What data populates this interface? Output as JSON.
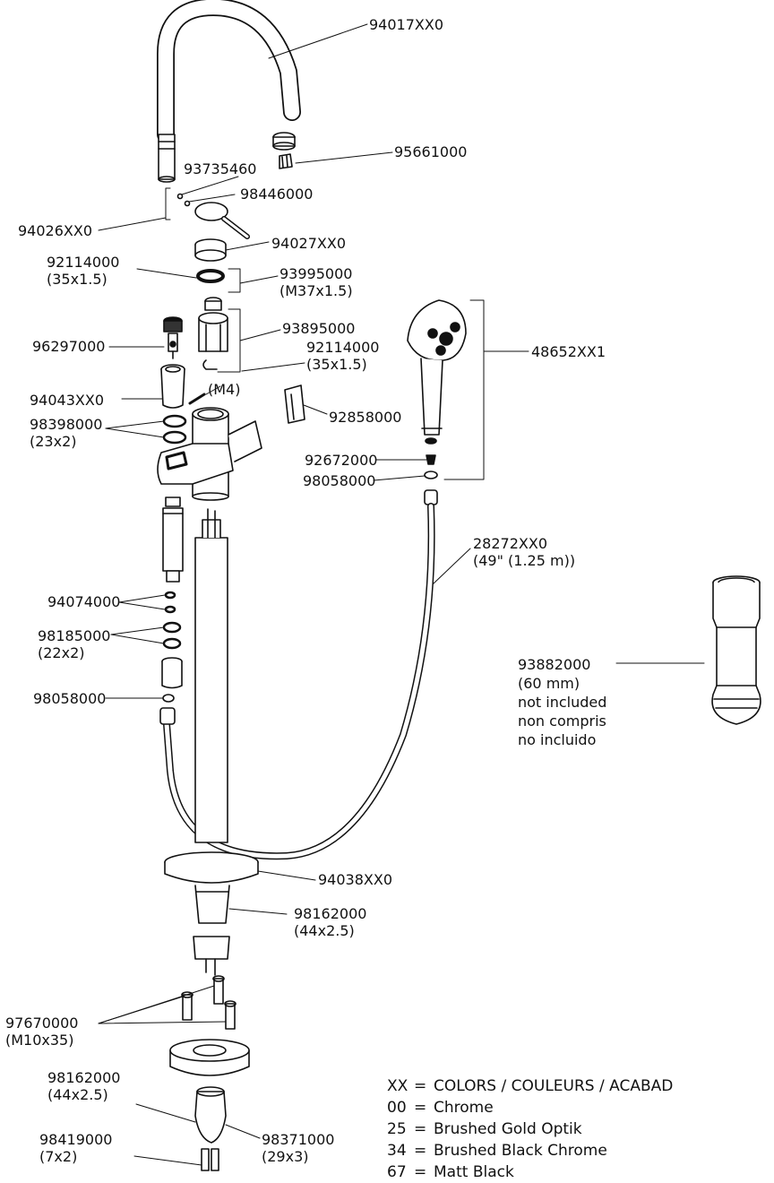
{
  "parts": {
    "p94017": {
      "code": "94017XX0"
    },
    "p95661": {
      "code": "95661000"
    },
    "p93735": {
      "code": "93735460"
    },
    "p98446": {
      "code": "98446000"
    },
    "p94026": {
      "code": "94026XX0"
    },
    "p94027": {
      "code": "94027XX0"
    },
    "p92114a": {
      "code": "92114000",
      "size": "(35x1.5)"
    },
    "p93995": {
      "code": "93995000",
      "size": "(M37x1.5)"
    },
    "p93895": {
      "code": "93895000"
    },
    "p92114b": {
      "code": "92114000",
      "size": "(35x1.5)"
    },
    "p96297": {
      "code": "96297000"
    },
    "p48652": {
      "code": "48652XX1"
    },
    "p94043": {
      "code": "94043XX0"
    },
    "m4": {
      "code": "(M4)"
    },
    "p92858": {
      "code": "92858000"
    },
    "p98398": {
      "code": "98398000",
      "size": "(23x2)"
    },
    "p92672": {
      "code": "92672000"
    },
    "p98058a": {
      "code": "98058000"
    },
    "p28272": {
      "code": "28272XX0",
      "size": "(49\" (1.25 m))"
    },
    "p94074": {
      "code": "94074000"
    },
    "p98185": {
      "code": "98185000",
      "size": "(22x2)"
    },
    "p98058b": {
      "code": "98058000"
    },
    "p94038": {
      "code": "94038XX0"
    },
    "p93882": {
      "code": "93882000",
      "size": "(60 mm)",
      "note_en": "not included",
      "note_fr": "non compris",
      "note_es": "no incluido"
    },
    "p98162a": {
      "code": "98162000",
      "size": "(44x2.5)"
    },
    "p97670": {
      "code": "97670000",
      "size": "(M10x35)"
    },
    "p98162b": {
      "code": "98162000",
      "size": "(44x2.5)"
    },
    "p98371": {
      "code": "98371000",
      "size": "(29x3)"
    },
    "p98419": {
      "code": "98419000",
      "size": "(7x2)"
    }
  },
  "legend": {
    "header_code": "XX",
    "header_text": "COLORS / COULEURS / ACABAD",
    "rows": [
      {
        "code": "00",
        "name": "Chrome"
      },
      {
        "code": "25",
        "name": "Brushed Gold Optik"
      },
      {
        "code": "34",
        "name": "Brushed Black Chrome"
      },
      {
        "code": "67",
        "name": "Matt Black"
      }
    ]
  }
}
